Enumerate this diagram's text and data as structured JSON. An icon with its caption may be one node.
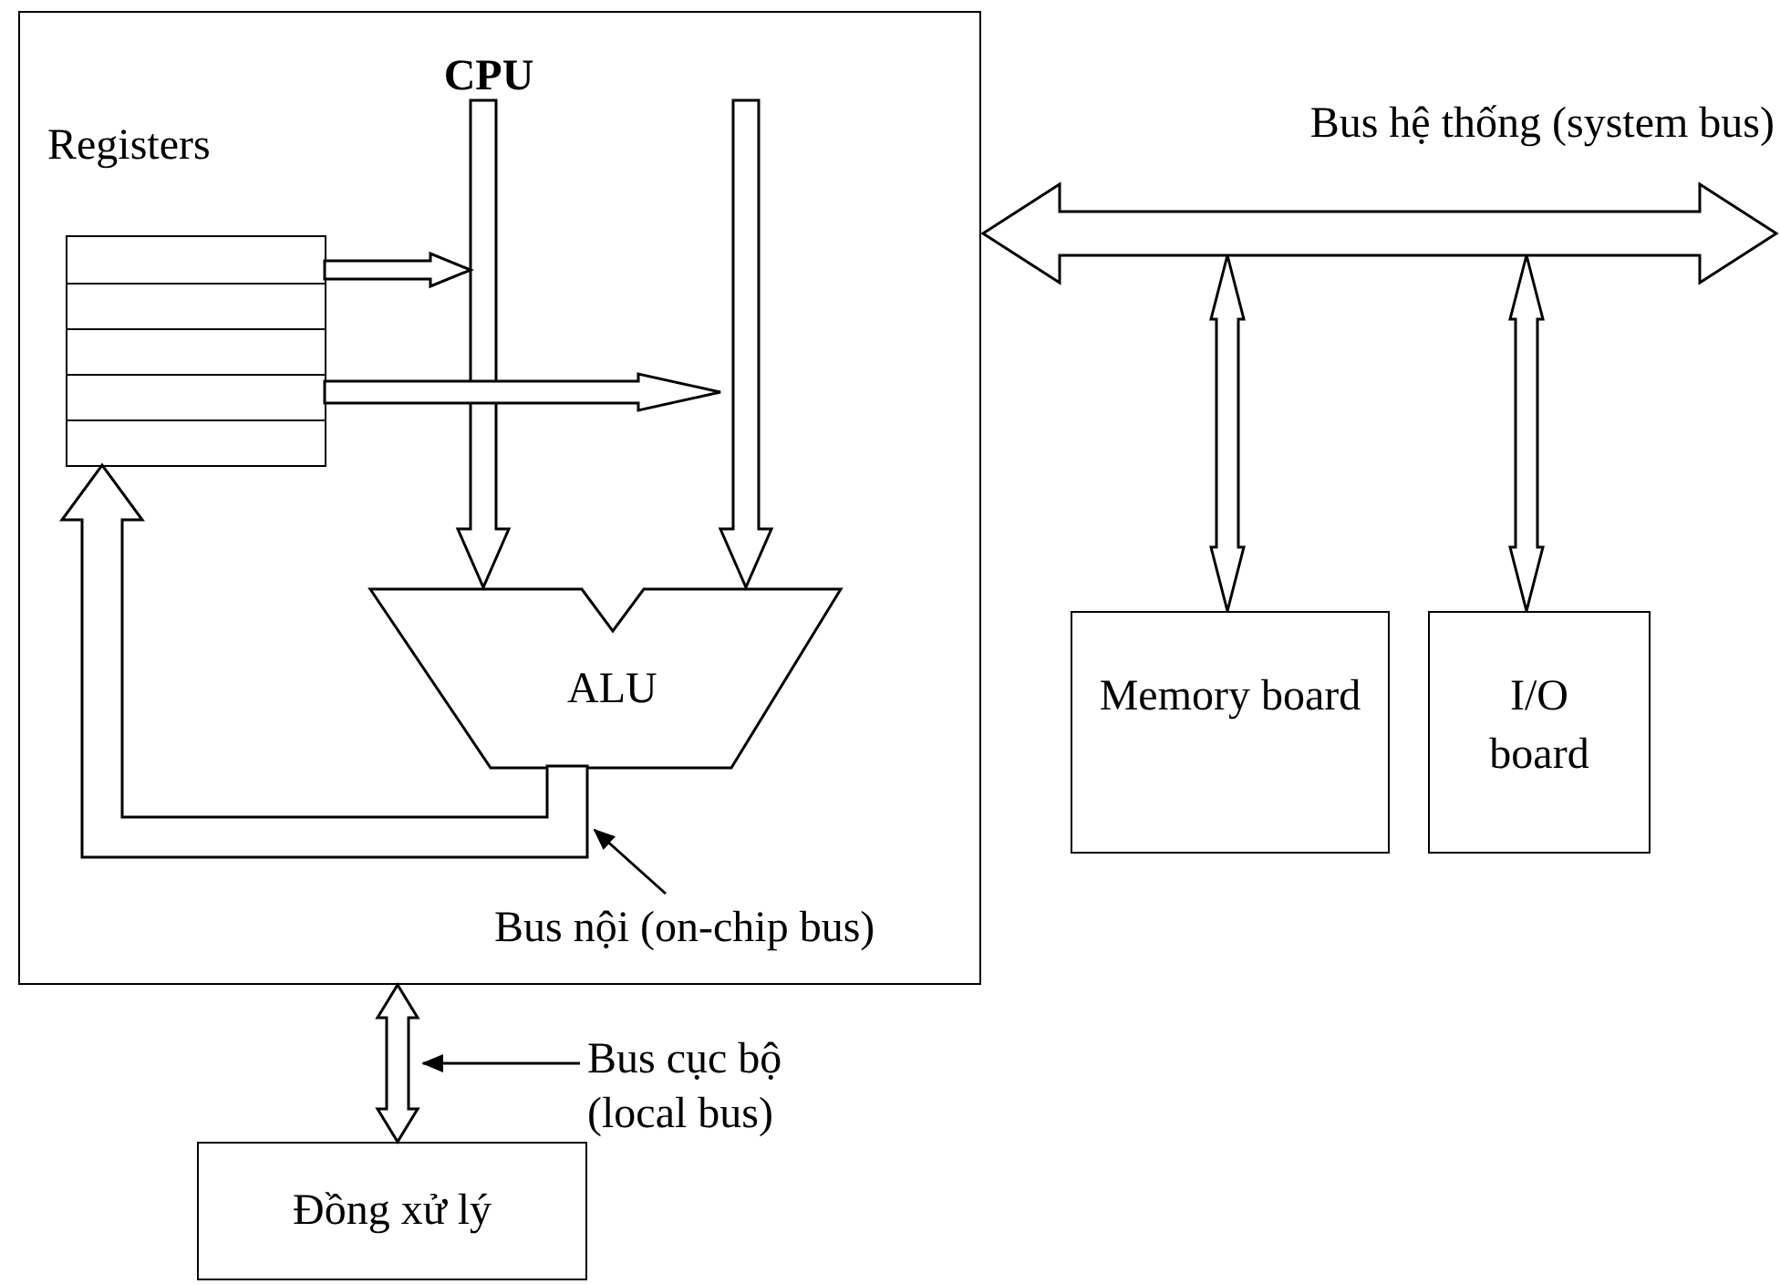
{
  "diagram": {
    "nodes": [
      {
        "text": [
          "CPU"
        ]
      },
      {
        "text": [
          "Registers"
        ],
        "in": 0
      },
      {
        "text": [
          "ALU"
        ],
        "in": 0
      },
      {
        "text": [
          "Bus nội (on-chip bus)"
        ],
        "in": 0
      },
      {
        "text": [
          "Bus hệ thống (system bus)"
        ]
      },
      {
        "text": [
          "Memory board"
        ]
      },
      {
        "text": [
          "I/O board"
        ]
      },
      {
        "text": [
          "Đồng xử lý"
        ]
      },
      {
        "text": [
          "Bus cục bộ (local bus)"
        ]
      }
    ],
    "edges": [
      {
        "from": null,
        "to": 2,
        "arrow": "to"
      },
      {
        "from": null,
        "to": 2,
        "arrow": "to"
      },
      {
        "from": 1,
        "to": null,
        "arrow": "to"
      },
      {
        "from": 1,
        "to": null,
        "arrow": "to"
      },
      {
        "from": 2,
        "to": 1,
        "arrow": "to"
      },
      {
        "from": 3,
        "to": null,
        "arrow": "to"
      },
      {
        "from": 4,
        "to": 5,
        "arrow": "both"
      },
      {
        "from": 4,
        "to": 6,
        "arrow": "both"
      },
      {
        "from": 0,
        "to": 7,
        "arrow": "both"
      },
      {
        "from": 8,
        "to": null,
        "arrow": "to"
      }
    ]
  }
}
